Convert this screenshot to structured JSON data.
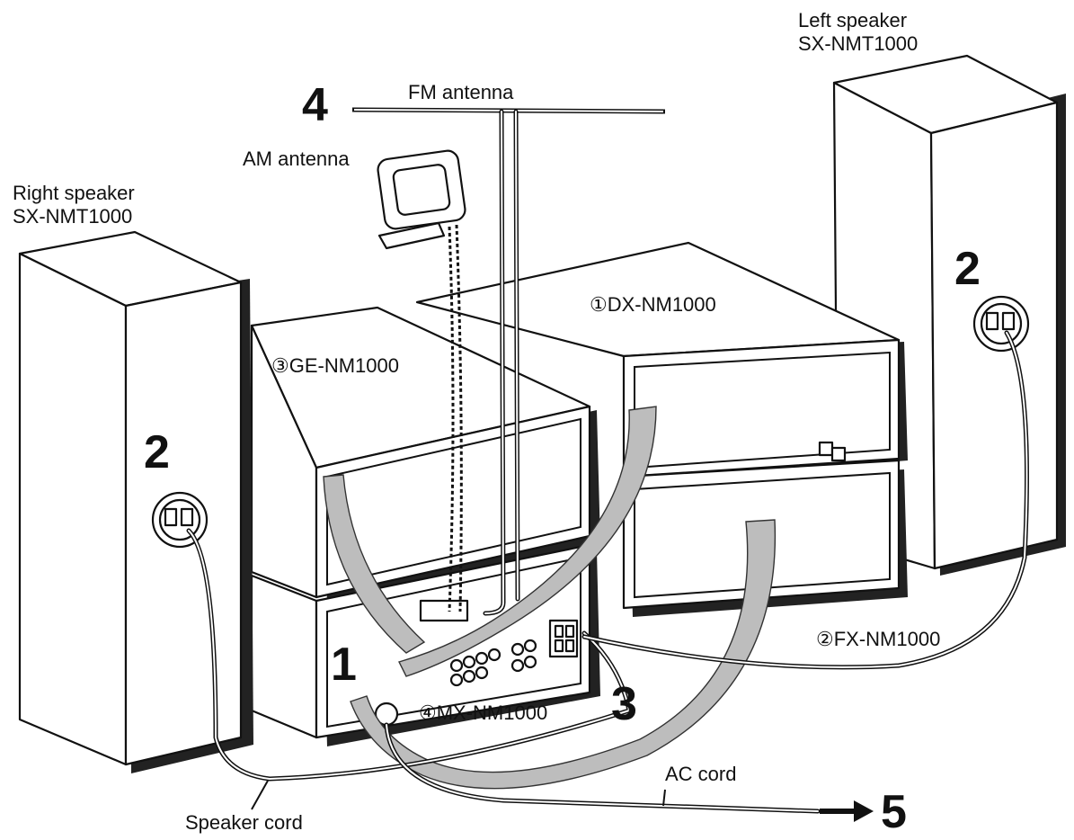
{
  "labels": {
    "left_speaker_name": "Left speaker",
    "left_speaker_model": "SX-NMT1000",
    "right_speaker_name": "Right speaker",
    "right_speaker_model": "SX-NMT1000",
    "fm_antenna": "FM antenna",
    "am_antenna": "AM antenna",
    "dx_unit": "①DX-NM1000",
    "fx_unit": "②FX-NM1000",
    "ge_unit": "③GE-NM1000",
    "mx_unit": "④MX-NM1000",
    "ac_cord": "AC cord",
    "speaker_cord": "Speaker cord"
  },
  "steps": {
    "step_1": "1",
    "step_2_right": "2",
    "step_2_left": "2",
    "step_3": "3",
    "step_4": "4",
    "step_5": "5"
  }
}
